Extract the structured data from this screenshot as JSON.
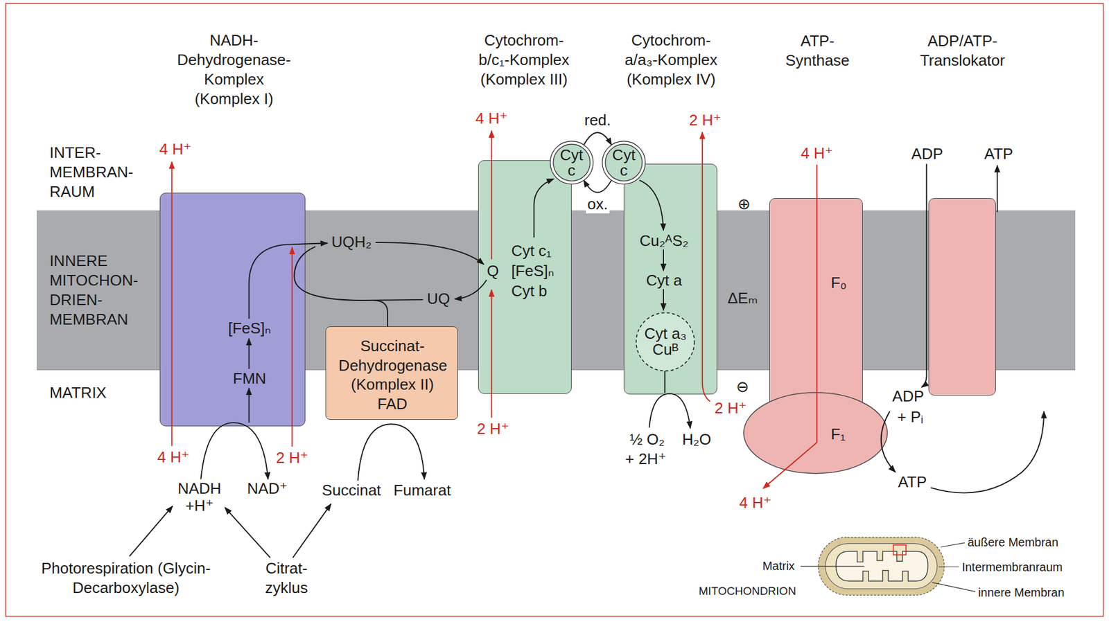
{
  "diagram": {
    "nodes": [
      {
        "text": [
          "INNERE MITOCHON- DRIEN- MEMBRAN"
        ]
      },
      {
        "text": [
          "NADH- Dehydrogenase- Komplex (Komplex I)",
          "FMN",
          "[FeS]ₙ"
        ]
      },
      {
        "text": [
          "Succinat- Dehydrogenase (Komplex II) FAD"
        ]
      },
      {
        "text": [
          "Cytochrom- b/c₁-Komplex (Komplex III)",
          "Q",
          "Cyt c₁ [FeS]ₙ Cyt b"
        ]
      },
      {
        "text": [
          "Cyt c"
        ]
      },
      {
        "text": [
          "Cyt c"
        ]
      },
      {
        "text": [
          "Cytochrom- a/a₃-Komplex (Komplex IV)",
          "Cu₂ᴬS₂",
          "Cyt a"
        ]
      },
      {
        "text": [
          "Cyt a₃ Cuᴮ"
        ],
        "in": 6
      },
      {
        "text": [
          "ATP- Synthase",
          "F₀"
        ]
      },
      {
        "text": [
          "F₁"
        ]
      },
      {
        "text": [
          "ADP/ATP- Translokator"
        ]
      }
    ],
    "edges": [
      {
        "from": 4,
        "to": 5,
        "arrow": "to",
        "label": "red."
      },
      {
        "from": 5,
        "to": 4,
        "arrow": "to",
        "label": "ox."
      }
    ],
    "labels": [
      "INTER- MEMBRAN- RAUM",
      "MATRIX",
      "4 H⁺",
      "4 H⁺",
      "2 H⁺",
      "4 H⁺",
      "ADP",
      "ATP",
      "UQH₂",
      "UQ",
      "⊕",
      "ΔEₘ",
      "⊖",
      "4 H⁺",
      "2 H⁺",
      "2 H⁺",
      "2 H⁺",
      "ADP",
      "+ Pᵢ",
      "½ O₂",
      "+ 2H⁺",
      "H₂O",
      "ATP",
      "NADH",
      "+H⁺",
      "NAD⁺",
      "Succinat",
      "Fumarat",
      "4 H⁺",
      "äußere Membran",
      "Matrix",
      "Intermembranraum",
      "Photorespiration (Glycin-Decarboxylase)",
      "Citrat- zyklus",
      "MITOCHONDRION",
      "innere Membran"
    ]
  }
}
